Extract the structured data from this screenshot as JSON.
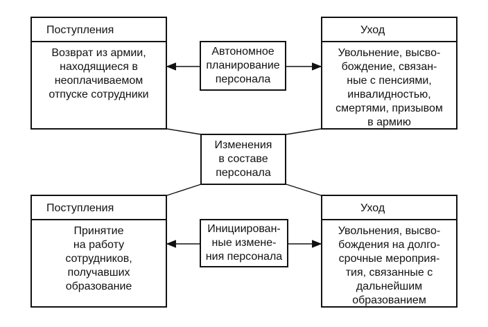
{
  "top": {
    "left": {
      "header": "Поступления",
      "body": "Возврат из армии,\nнаходящиеся в\nнеоплачиваемом\nотпуске сотрудники"
    },
    "center": {
      "text": "Автономное\nпланирование\nперсонала"
    },
    "right": {
      "header": "Уход",
      "body": "Увольнение, высво-\nбождение, связан-\nные с пенсиями,\nинвалидностью,\nсмертями, призывом\nв армию"
    }
  },
  "middle": {
    "text": "Изменения\nв составе\nперсонала"
  },
  "bottom": {
    "left": {
      "header": "Поступления",
      "body": "Принятие\nна работу\nсотрудников,\nполучавших\nобразование"
    },
    "center": {
      "text": "Инициирован-\nные измене-\nния персонала"
    },
    "right": {
      "header": "Уход",
      "body": "Увольнения, высво-\nбождения на долго-\nсрочные мероприя-\nтия, связанные с\nдальнейшим\nобразованием"
    }
  },
  "colors": {
    "line": "#111111",
    "background": "#ffffff"
  }
}
